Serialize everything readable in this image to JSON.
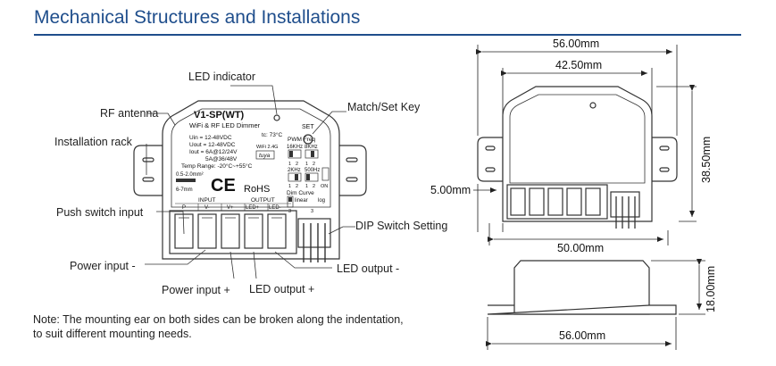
{
  "title": "Mechanical Structures and Installations",
  "callouts": {
    "led_indicator": "LED indicator",
    "rf_antenna": "RF antenna",
    "installation_rack": "Installation rack",
    "match_set_key": "Match/Set Key",
    "push_switch_input": "Push switch input",
    "dip_switch_setting": "DIP Switch Setting",
    "power_input_minus": "Power input -",
    "power_input_plus": "Power input +",
    "led_output_plus": "LED output +",
    "led_output_minus": "LED output -"
  },
  "device_label": {
    "model": "V1-SP(WT)",
    "subtitle": "WiFi & RF LED Dimmer",
    "tc": "tc: 73°C",
    "uin": "Uin  = 12-48VDC",
    "uout": "Uout = 12-48VDC",
    "iout_1": "Iout = 6A@12/24V",
    "iout_2": "5A@36/48V",
    "temp": "Temp Range: -20°C~+55°C",
    "set": "SET",
    "wifi": "WiFi 2.4G",
    "tuya": "tuya",
    "pwm_freq": "PWM Freq",
    "khz_16": "16KHz",
    "khz_8": "8KHz",
    "khz_2": "2KHz",
    "hz_500": "500Hz",
    "switch_1": "1",
    "switch_2": "2",
    "on": "ON",
    "dim_curve": "Dim Curve",
    "linear": "linear",
    "log": "log",
    "switch_3": "3",
    "wire_gauge": "0.5-2.0mm²",
    "strip_length": "6-7mm",
    "ce": "CE",
    "rohs": "RoHS",
    "input": "INPUT",
    "output": "OUTPUT",
    "term_p": "P",
    "term_vminus": "V-",
    "term_vplus": "V+",
    "term_ledplus": "LED+",
    "term_ledminus": "LED-"
  },
  "dimensions": {
    "top_width": "56.00mm",
    "inner_width": "42.50mm",
    "height": "38.50mm",
    "ear_offset": "5.00mm",
    "body_width": "50.00mm",
    "side_height": "18.00mm",
    "side_width": "56.00mm"
  },
  "note": {
    "line1": "Note: The mounting ear on both sides can be broken along the indentation,",
    "line2": "to suit different mounting needs."
  }
}
